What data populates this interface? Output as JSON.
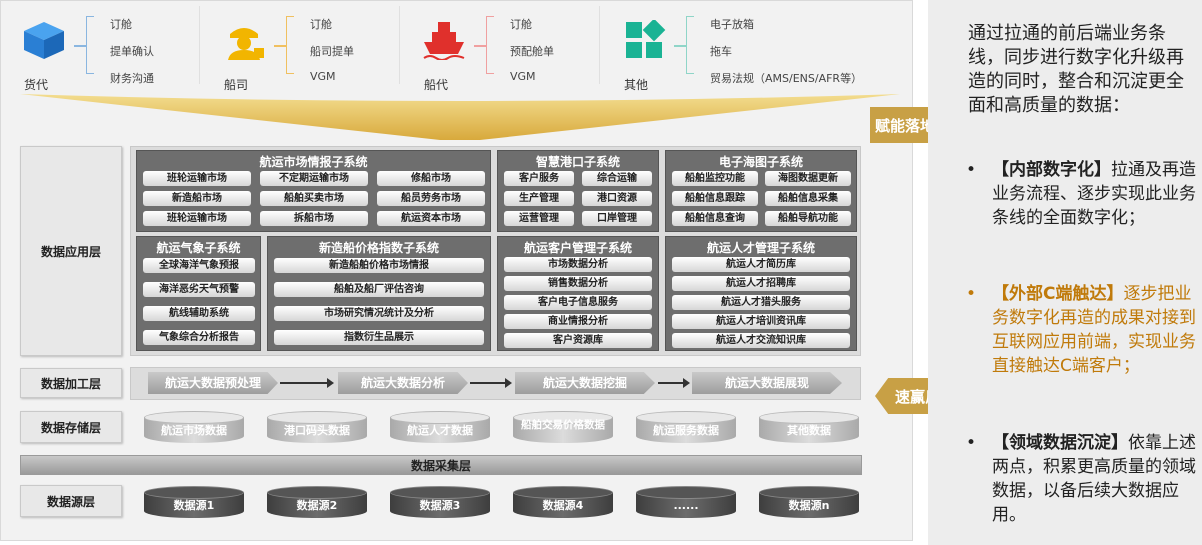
{
  "roles": [
    {
      "name": "货代",
      "items": [
        "订舱",
        "提单确认",
        "财务沟通"
      ],
      "icon": "box-icon",
      "color": "#2a7fd4"
    },
    {
      "name": "船司",
      "items": [
        "订舱",
        "船司提单",
        "VGM"
      ],
      "icon": "captain-icon",
      "color": "#f2b500"
    },
    {
      "name": "船代",
      "items": [
        "订舱",
        "预配舱单",
        "VGM"
      ],
      "icon": "ship-icon",
      "color": "#e0302c"
    },
    {
      "name": "其他",
      "items": [
        "电子放箱",
        "拖车",
        "贸易法规（AMS/ENS/AFR等）"
      ],
      "icon": "apps-icon",
      "color": "#1ab394"
    }
  ],
  "layers": {
    "app": "数据应用层",
    "process": "数据加工层",
    "storage": "数据存储层",
    "collect": "数据采集层",
    "source": "数据源层"
  },
  "systems": {
    "market": {
      "title": "航运市场情报子系统",
      "items": [
        "班轮运输市场",
        "不定期运输市场",
        "修船市场",
        "新造船市场",
        "船舶买卖市场",
        "船员劳务市场",
        "班轮运输市场",
        "拆船市场",
        "航运资本市场"
      ]
    },
    "port": {
      "title": "智慧港口子系统",
      "items": [
        "客户服务",
        "综合运输",
        "生产管理",
        "港口资源",
        "运营管理",
        "口岸管理"
      ]
    },
    "chart": {
      "title": "电子海图子系统",
      "items": [
        "船舶监控功能",
        "海图数据更新",
        "船舶信息跟踪",
        "船舶信息采集",
        "船舶信息查询",
        "船舶导航功能"
      ]
    },
    "weather": {
      "title": "航运气象子系统",
      "items": [
        "全球海洋气象预报",
        "海洋恶劣天气预警",
        "航线辅助系统",
        "气象综合分析报告"
      ]
    },
    "price": {
      "title": "新造船价格指数子系统",
      "items": [
        "新造船舶价格市场情报",
        "船舶及船厂评估咨询",
        "市场研究情况统计及分析",
        "指数衍生品展示"
      ]
    },
    "crm": {
      "title": "航运客户管理子系统",
      "items": [
        "市场数据分析",
        "销售数据分析",
        "客户电子信息服务",
        "商业情报分析",
        "客户资源库"
      ]
    },
    "talent": {
      "title": "航运人才管理子系统",
      "items": [
        "航运人才简历库",
        "航运人才招聘库",
        "航运人才猎头服务",
        "航运人才培训资讯库",
        "航运人才交流知识库"
      ]
    }
  },
  "process_steps": [
    "航运大数据预处理",
    "航运大数据分析",
    "航运大数据挖掘",
    "航运大数据展现"
  ],
  "storage": [
    "航运市场数据",
    "港口码头数据",
    "航运人才数据",
    "船舶交易价格数据",
    "航运服务数据",
    "其他数据"
  ],
  "sources": [
    "数据源1",
    "数据源2",
    "数据源3",
    "数据源4",
    "......",
    "数据源n"
  ],
  "arrows": {
    "enable": "赋能落地",
    "feedback": "速赢反哺"
  },
  "panel": {
    "intro": "通过拉通的前后端业务条线，同步进行数字化升级再造的同时，整合和沉淀更全面和高质量的数据：",
    "bullets": [
      {
        "key": "【内部数字化】",
        "text": "拉通及再造业务流程、逐步实现此业务条线的全面数字化；"
      },
      {
        "key": "【外部C端触达】",
        "text": "逐步把业务数字化再造的成果对接到互联网应用前端，实现业务直接触达C端客户；"
      },
      {
        "key": "【领域数据沉淀】",
        "text": "依靠上述两点，积累更高质量的领域数据，以备后续大数据应用。"
      }
    ]
  },
  "colors": {
    "accent_gold": "#c8a045",
    "orange_text": "#c07a0a",
    "funnel_gold": "#e8c060"
  }
}
